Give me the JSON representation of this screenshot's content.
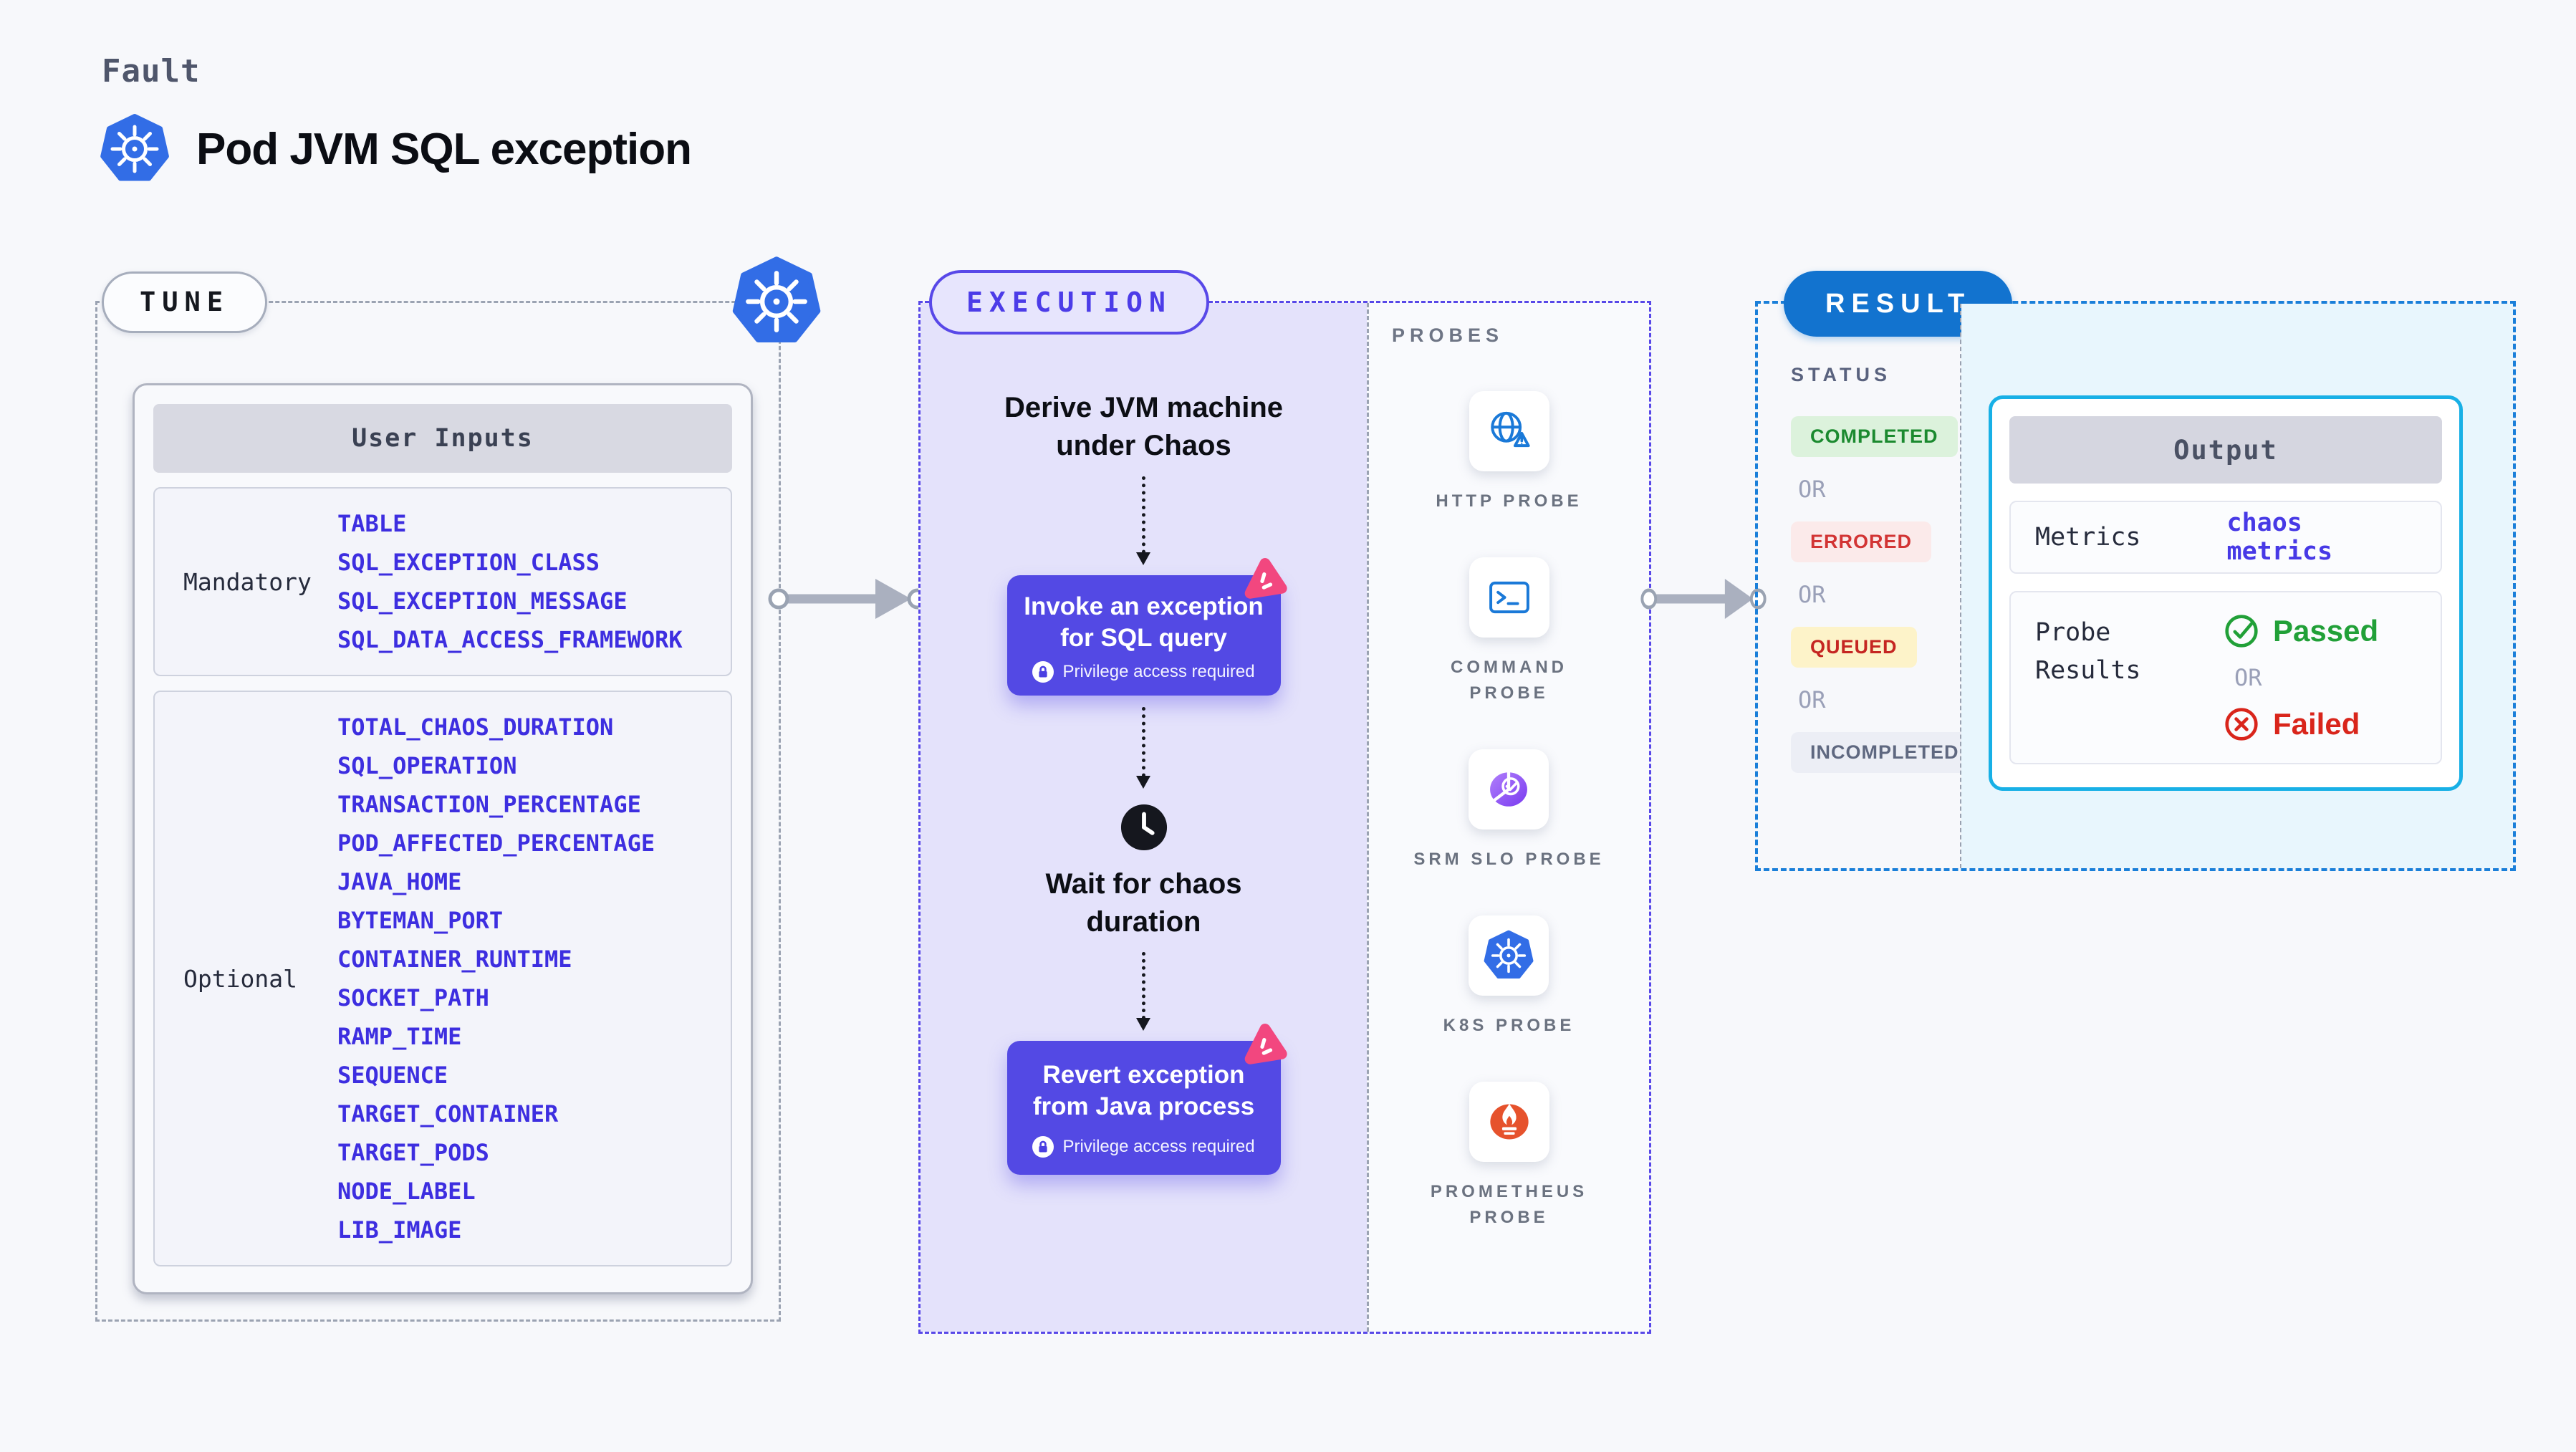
{
  "page": {
    "kicker": "Fault",
    "title": "Pod JVM SQL exception"
  },
  "tune": {
    "label": "TUNE",
    "user_inputs": {
      "title": "User Inputs",
      "groups": [
        {
          "label": "Mandatory",
          "items": [
            "TABLE",
            "SQL_EXCEPTION_CLASS",
            "SQL_EXCEPTION_MESSAGE",
            "SQL_DATA_ACCESS_FRAMEWORK"
          ]
        },
        {
          "label": "Optional",
          "items": [
            "TOTAL_CHAOS_DURATION",
            "SQL_OPERATION",
            "TRANSACTION_PERCENTAGE",
            "POD_AFFECTED_PERCENTAGE",
            "JAVA_HOME",
            "BYTEMAN_PORT",
            "CONTAINER_RUNTIME",
            "SOCKET_PATH",
            "RAMP_TIME",
            "SEQUENCE",
            "TARGET_CONTAINER",
            "TARGET_PODS",
            "NODE_LABEL",
            "LIB_IMAGE"
          ]
        }
      ]
    }
  },
  "execution": {
    "label": "EXECUTION",
    "derive_text": "Derive JVM machine under Chaos",
    "invoke": {
      "text": "Invoke an exception for SQL query",
      "badge": "Privilege access required"
    },
    "wait_text": "Wait for chaos duration",
    "revert": {
      "text": "Revert exception from Java process",
      "badge": "Privilege access required"
    }
  },
  "probes": {
    "label": "PROBES",
    "items": [
      {
        "name": "HTTP PROBE",
        "icon": "globe-alert-icon"
      },
      {
        "name": "COMMAND PROBE",
        "icon": "terminal-icon"
      },
      {
        "name": "SRM SLO PROBE",
        "icon": "gauge-check-icon"
      },
      {
        "name": "K8S PROBE",
        "icon": "kubernetes-icon"
      },
      {
        "name": "PROMETHEUS PROBE",
        "icon": "prometheus-icon"
      }
    ]
  },
  "result": {
    "label": "RESULT",
    "status": {
      "label": "STATUS",
      "separator": "OR",
      "badges": [
        "COMPLETED",
        "ERRORED",
        "QUEUED",
        "INCOMPLETED"
      ]
    },
    "output": {
      "title": "Output",
      "metrics_label": "Metrics",
      "metrics_value": "chaos metrics",
      "probe_results_label": "Probe Results",
      "passed": "Passed",
      "separator": "OR",
      "failed": "Failed"
    }
  },
  "colors": {
    "page_bg": "#f7f8fb",
    "accent_indigo": "#5848e8",
    "node_indigo": "#5349e4",
    "input_item_blue": "#3d2ee0",
    "execution_lavender": "#e4e2fb",
    "litmus_pink": "#f2477f",
    "kubernetes_blue": "#326de6",
    "probe_icon_blue": "#1a79d8",
    "srm_purple": "#8a4ff2",
    "prometheus_orange": "#e6522c",
    "result_blue": "#1273cf",
    "result_dash_blue": "#1a7fd9",
    "output_cyan_border": "#18b0e6",
    "output_bg_blue": "#e8f6fd",
    "completed_green": "#1b8a2f",
    "errored_red": "#d23434",
    "queued_red": "#c52622",
    "incompleted_gray": "#5f6880",
    "passed_green": "#21a038",
    "failed_red": "#d9251b",
    "arrow_gray": "#aab0bf"
  }
}
